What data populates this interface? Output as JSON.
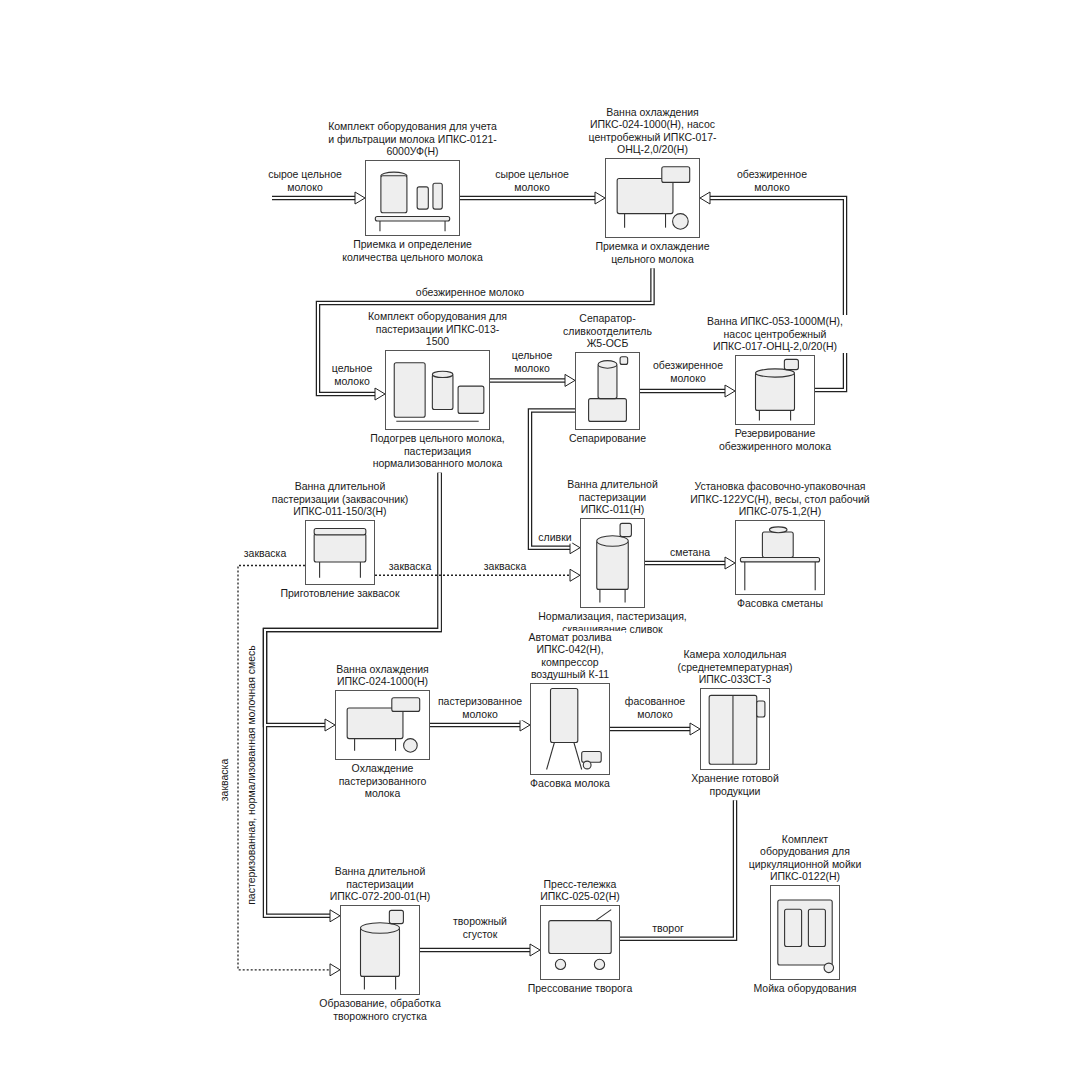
{
  "diagram": {
    "nodes": [
      {
        "text": [
          "Комплект оборудования для учета и фильтрации молока ИПКС-0121-6000УФ(Н)",
          "Приемка и определение количества цельного молока"
        ]
      },
      {
        "text": [
          "Ванна охлаждения ИПКС-024-1000(Н), насос центробежный ИПКС-017-ОНЦ-2,0/20(Н)",
          "Приемка и охлаждение цельного молока"
        ]
      },
      {
        "text": [
          "Комплект оборудования для пастеризации ИПКС-013-1500",
          "Подогрев цельного молока, пастеризация нормализованного молока"
        ]
      },
      {
        "text": [
          "Сепаратор-сливкоотделитель Ж5-ОСБ",
          "Сепарирование"
        ]
      },
      {
        "text": [
          "Ванна ИПКС-053-1000М(Н), насос центробежный ИПКС-017-ОНЦ-2,0/20(Н)",
          "Резервирование обезжиренного молока"
        ]
      },
      {
        "text": [
          "Ванна длительной пастеризации (заквасочник) ИПКС-011-150/3(Н)",
          "Приготовление заквасок"
        ]
      },
      {
        "text": [
          "Ванна длительной пастеризации ИПКС-011(Н)",
          "Нормализация, пастеризация, сквашивание сливок"
        ]
      },
      {
        "text": [
          "Установка фасовочно-упаковочная ИПКС-122УС(Н), весы, стол рабочий ИПКС-075-1,2(Н)",
          "Фасовка сметаны"
        ]
      },
      {
        "text": [
          "Ванна охлаждения ИПКС-024-1000(Н)",
          "Охлаждение пастеризованного молока"
        ]
      },
      {
        "text": [
          "Автомат розлива ИПКС-042(Н), компрессор воздушный К-11",
          "Фасовка молока"
        ]
      },
      {
        "text": [
          "Камера холодильная (среднетемпературная) ИПКС-033СТ-3",
          "Хранение готовой продукции"
        ]
      },
      {
        "text": [
          "Ванна длительной пастеризации ИПКС-072-200-01(Н)",
          "Образование, обработка творожного сгустка"
        ]
      },
      {
        "text": [
          "Пресс-тележка ИПКС-025-02(Н)",
          "Прессование творога"
        ]
      },
      {
        "text": [
          "Комплект оборудования для циркуляционной мойки ИПКС-0122(Н)",
          "Мойка оборудования"
        ]
      }
    ],
    "edges": [
      {
        "from": 0,
        "to": 1,
        "label": "сырое цельное молоко",
        "arrow": "to"
      },
      {
        "from": 4,
        "to": 1,
        "label": "обезжиренное молоко",
        "arrow": "to"
      },
      {
        "from": 1,
        "to": 2,
        "label": "обезжиренное молоко",
        "arrow": "to"
      },
      {
        "from": 2,
        "to": 3,
        "label": "цельное молоко",
        "arrow": "to"
      },
      {
        "from": 3,
        "to": 4,
        "label": "обезжиренное молоко",
        "arrow": "to"
      },
      {
        "from": 3,
        "to": 6,
        "label": "сливки",
        "arrow": "to"
      },
      {
        "from": 6,
        "to": 7,
        "label": "сметана",
        "arrow": "to"
      },
      {
        "from": 5,
        "to": 6,
        "label": "закваска",
        "arrow": "to"
      },
      {
        "from": 5,
        "to": 11,
        "label": "закваска",
        "arrow": "to"
      },
      {
        "from": 2,
        "to": 8,
        "arrow": "to"
      },
      {
        "from": 2,
        "to": 11,
        "label": "пастеризованная, нормализованная молочная смесь",
        "arrow": "to"
      },
      {
        "from": 8,
        "to": 9,
        "label": "пастеризованное молоко",
        "arrow": "to"
      },
      {
        "from": 9,
        "to": 10,
        "label": "фасованное молоко",
        "arrow": "to"
      },
      {
        "from": 11,
        "to": 12,
        "label": "творожный сгусток",
        "arrow": "to"
      },
      {
        "from": 12,
        "to": 10,
        "label": "творог",
        "arrow": "to"
      }
    ],
    "labels": [
      "сырое цельное молоко",
      "цельное молоко",
      "закваска",
      "закваска"
    ]
  }
}
